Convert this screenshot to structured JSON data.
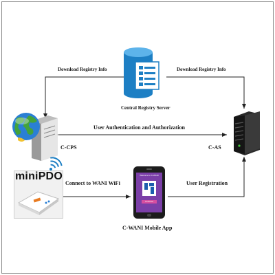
{
  "diagram": {
    "labels": {
      "download_left": "Download Registry Info",
      "download_right": "Download Registry Info",
      "central_registry": "Central Registry Server",
      "user_auth": "User Authentication and Authorization",
      "ccps": "C-CPS",
      "cas": "C-AS",
      "minipdo": "miniPDO",
      "connect_wifi": "Connect to WANI WiFi",
      "user_registration": "User Registration",
      "mobile_app": "C-WANI Mobile App"
    },
    "phone_screen": {
      "header": "Welcome to C-WANI",
      "button": "Continue"
    },
    "icons": [
      "database-icon",
      "web-server-icon",
      "server-tower-icon",
      "wifi-icon",
      "router-device-icon",
      "smartphone-icon"
    ],
    "colors": {
      "database": "#1d7fc4",
      "arrow": "#222222",
      "phone_body": "#1c1c1c",
      "phone_screen": "#7b3fa8",
      "globe": "#2a7fd4"
    }
  }
}
